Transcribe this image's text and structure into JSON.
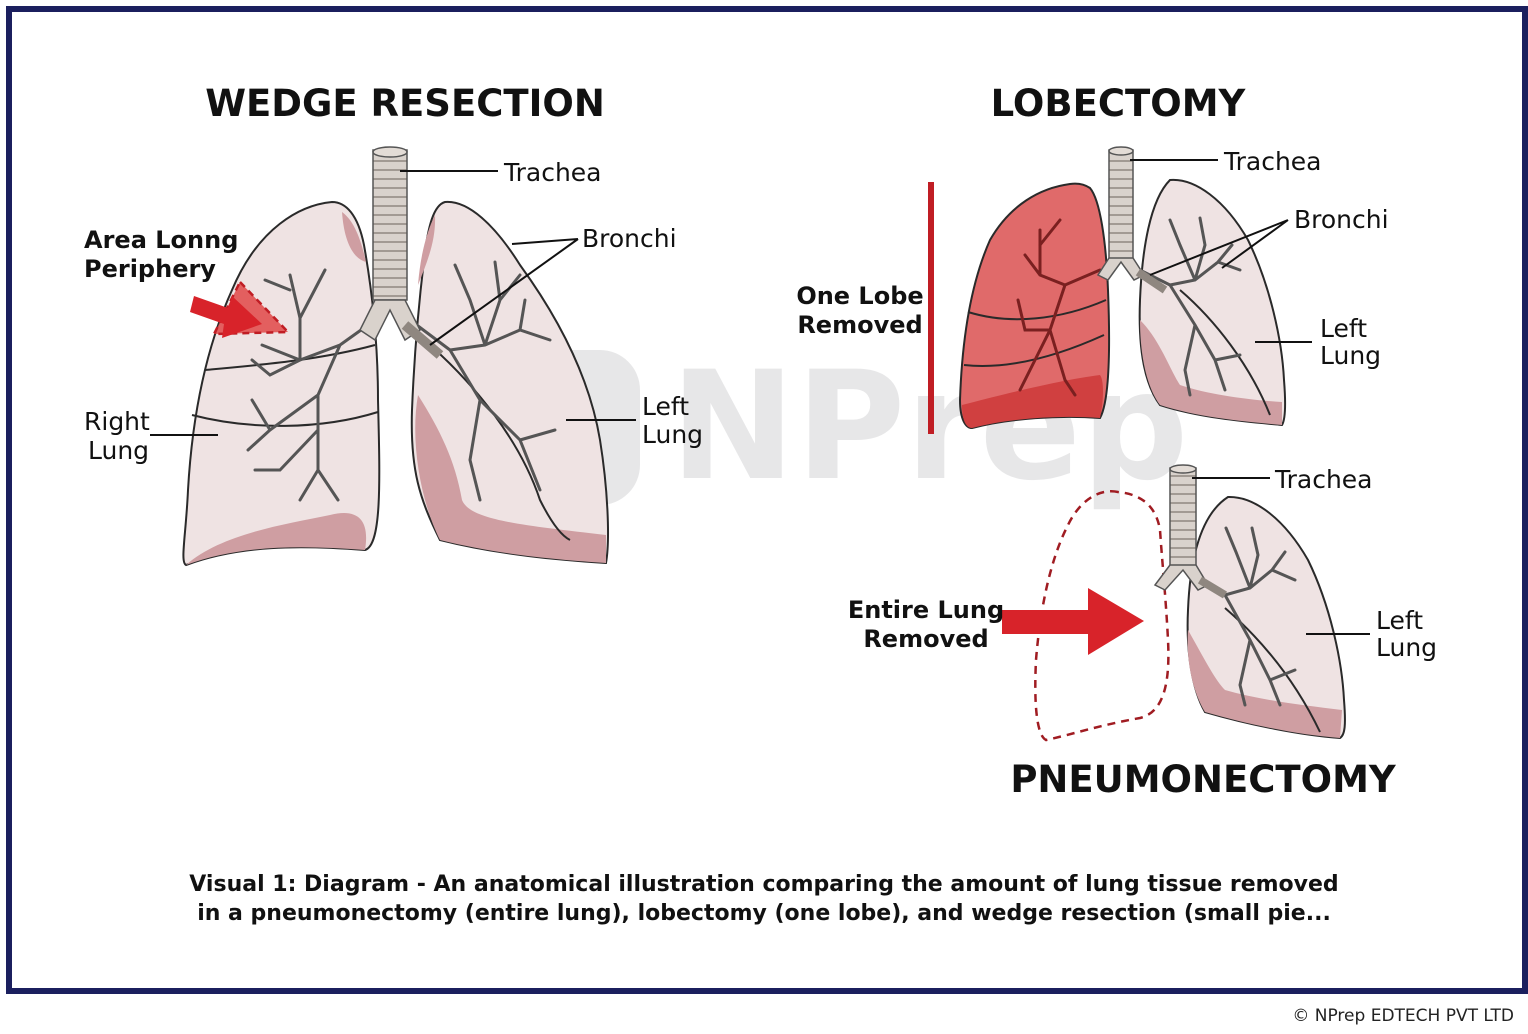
{
  "panels": {
    "wedge": {
      "title": "WEDGE RESECTION",
      "trachea": "Trachea",
      "bronchi": "Bronchi",
      "area_line1": "Area Lonng",
      "area_line2": "Periphery",
      "right_line1": "Right",
      "right_line2": "Lung",
      "left_line1": "Left",
      "left_line2": "Lung"
    },
    "lobectomy": {
      "title": "LOBECTOMY",
      "trachea": "Trachea",
      "bronchi": "Bronchi",
      "removed_line1": "One Lobe",
      "removed_line2": "Removed",
      "left_line1": "Left",
      "left_line2": "Lung"
    },
    "pneumonectomy": {
      "title": "PNEUMONECTOMY",
      "trachea": "Trachea",
      "removed_line1": "Entire Lung",
      "removed_line2": "Removed",
      "left_line1": "Left",
      "left_line2": "Lung"
    }
  },
  "watermark": "NPrep",
  "caption": {
    "line1": "Visual 1: Diagram - An anatomical illustration comparing the amount of lung tissue removed",
    "line2": "in a pneumonectomy (entire lung), lobectomy (one lobe), and wedge resection (small pie..."
  },
  "copyright": "© NPrep EDTECH PVT LTD",
  "colors": {
    "frame": "#1b1f5e",
    "lung_fill": "#efe3e3",
    "lung_shadow": "#cf9ea2",
    "removed_red": "#d8232a",
    "lobe_red": "#e06a6a"
  }
}
